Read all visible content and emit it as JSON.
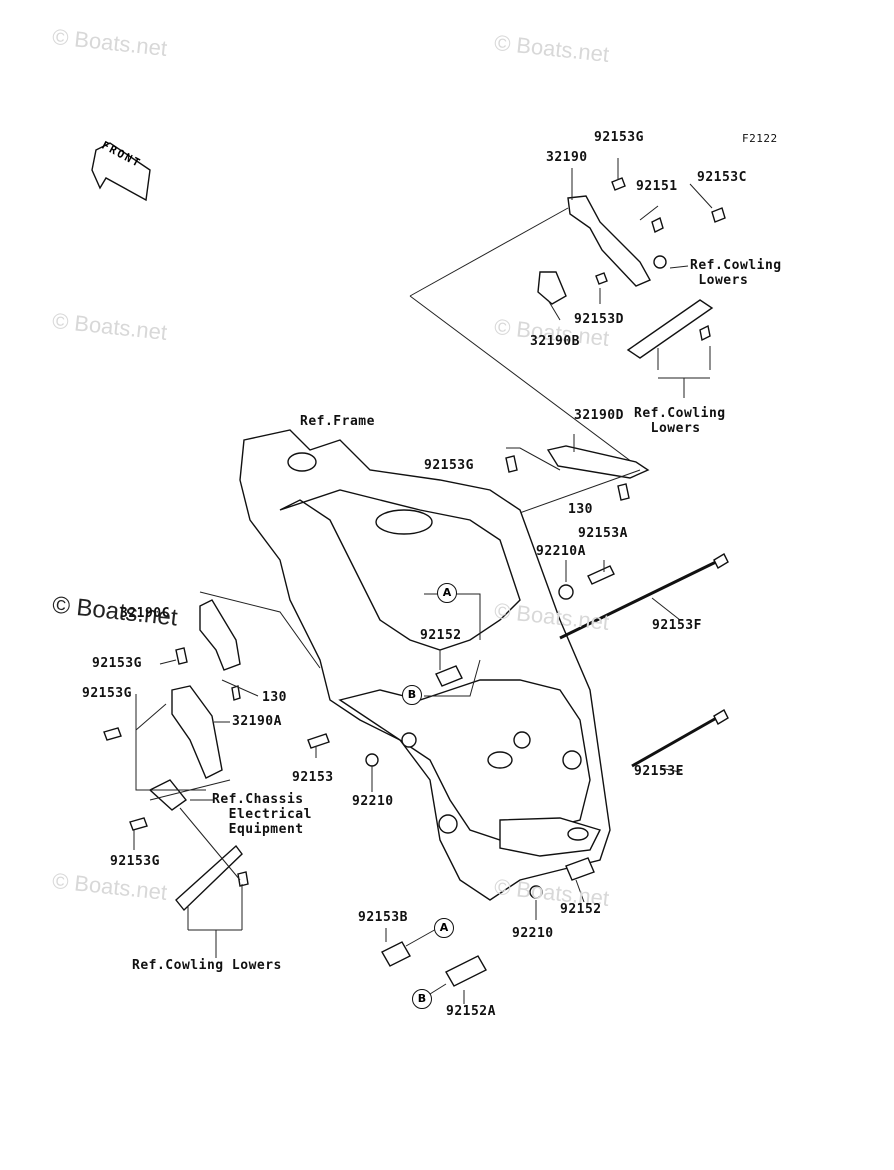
{
  "figure_code": "F2122",
  "front_label": "FRONT",
  "watermark_text": "© Boats.net",
  "callouts": {
    "c_92153G_top": "92153G",
    "c_32190": "32190",
    "c_92151": "92151",
    "c_92153C": "92153C",
    "c_ref_cowling_1": "Ref.Cowling\n Lowers",
    "c_92153D": "92153D",
    "c_32190B": "32190B",
    "c_ref_cowling_2": "Ref.Cowling\n  Lowers",
    "c_ref_frame": "Ref.Frame",
    "c_32190D": "32190D",
    "c_92153G_mid": "92153G",
    "c_130_top": "130",
    "c_92153A": "92153A",
    "c_92210A": "92210A",
    "c_92153F": "92153F",
    "c_32190C": "32190C",
    "c_92152_mid": "92152",
    "c_92153G_left1": "92153G",
    "c_130_left": "130",
    "c_92153G_left2": "92153G",
    "c_32190A": "32190A",
    "c_92153": "92153",
    "c_92210_mid": "92210",
    "c_92153E": "92153E",
    "c_ref_chassis": "Ref.Chassis\n  Electrical\n  Equipment",
    "c_92153G_low": "92153G",
    "c_92152_low": "92152",
    "c_92210_low": "92210",
    "c_92153B": "92153B",
    "c_ref_cowling_3": "Ref.Cowling Lowers",
    "c_92152A": "92152A"
  },
  "circle_markers": {
    "a": "A",
    "b": "B"
  }
}
